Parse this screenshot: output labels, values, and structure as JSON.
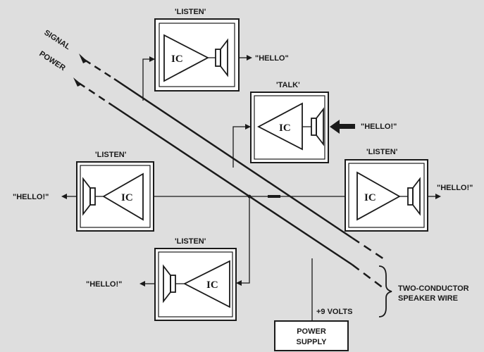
{
  "labels": {
    "listen": "'LISTEN'",
    "talk": "'TALK'",
    "ic": "IC",
    "hello_top": "\"HELLO\"",
    "hello": "\"HELLO!\"",
    "signal": "SIGNAL",
    "power": "POWER",
    "wire_line1": "TWO-CONDUCTOR",
    "wire_line2": "SPEAKER WIRE",
    "volts": "+9 VOLTS",
    "supply_line1": "POWER",
    "supply_line2": "SUPPLY"
  },
  "colors": {
    "ink": "#1a1a1a",
    "paper": "#dedede",
    "box": "#ffffff"
  }
}
